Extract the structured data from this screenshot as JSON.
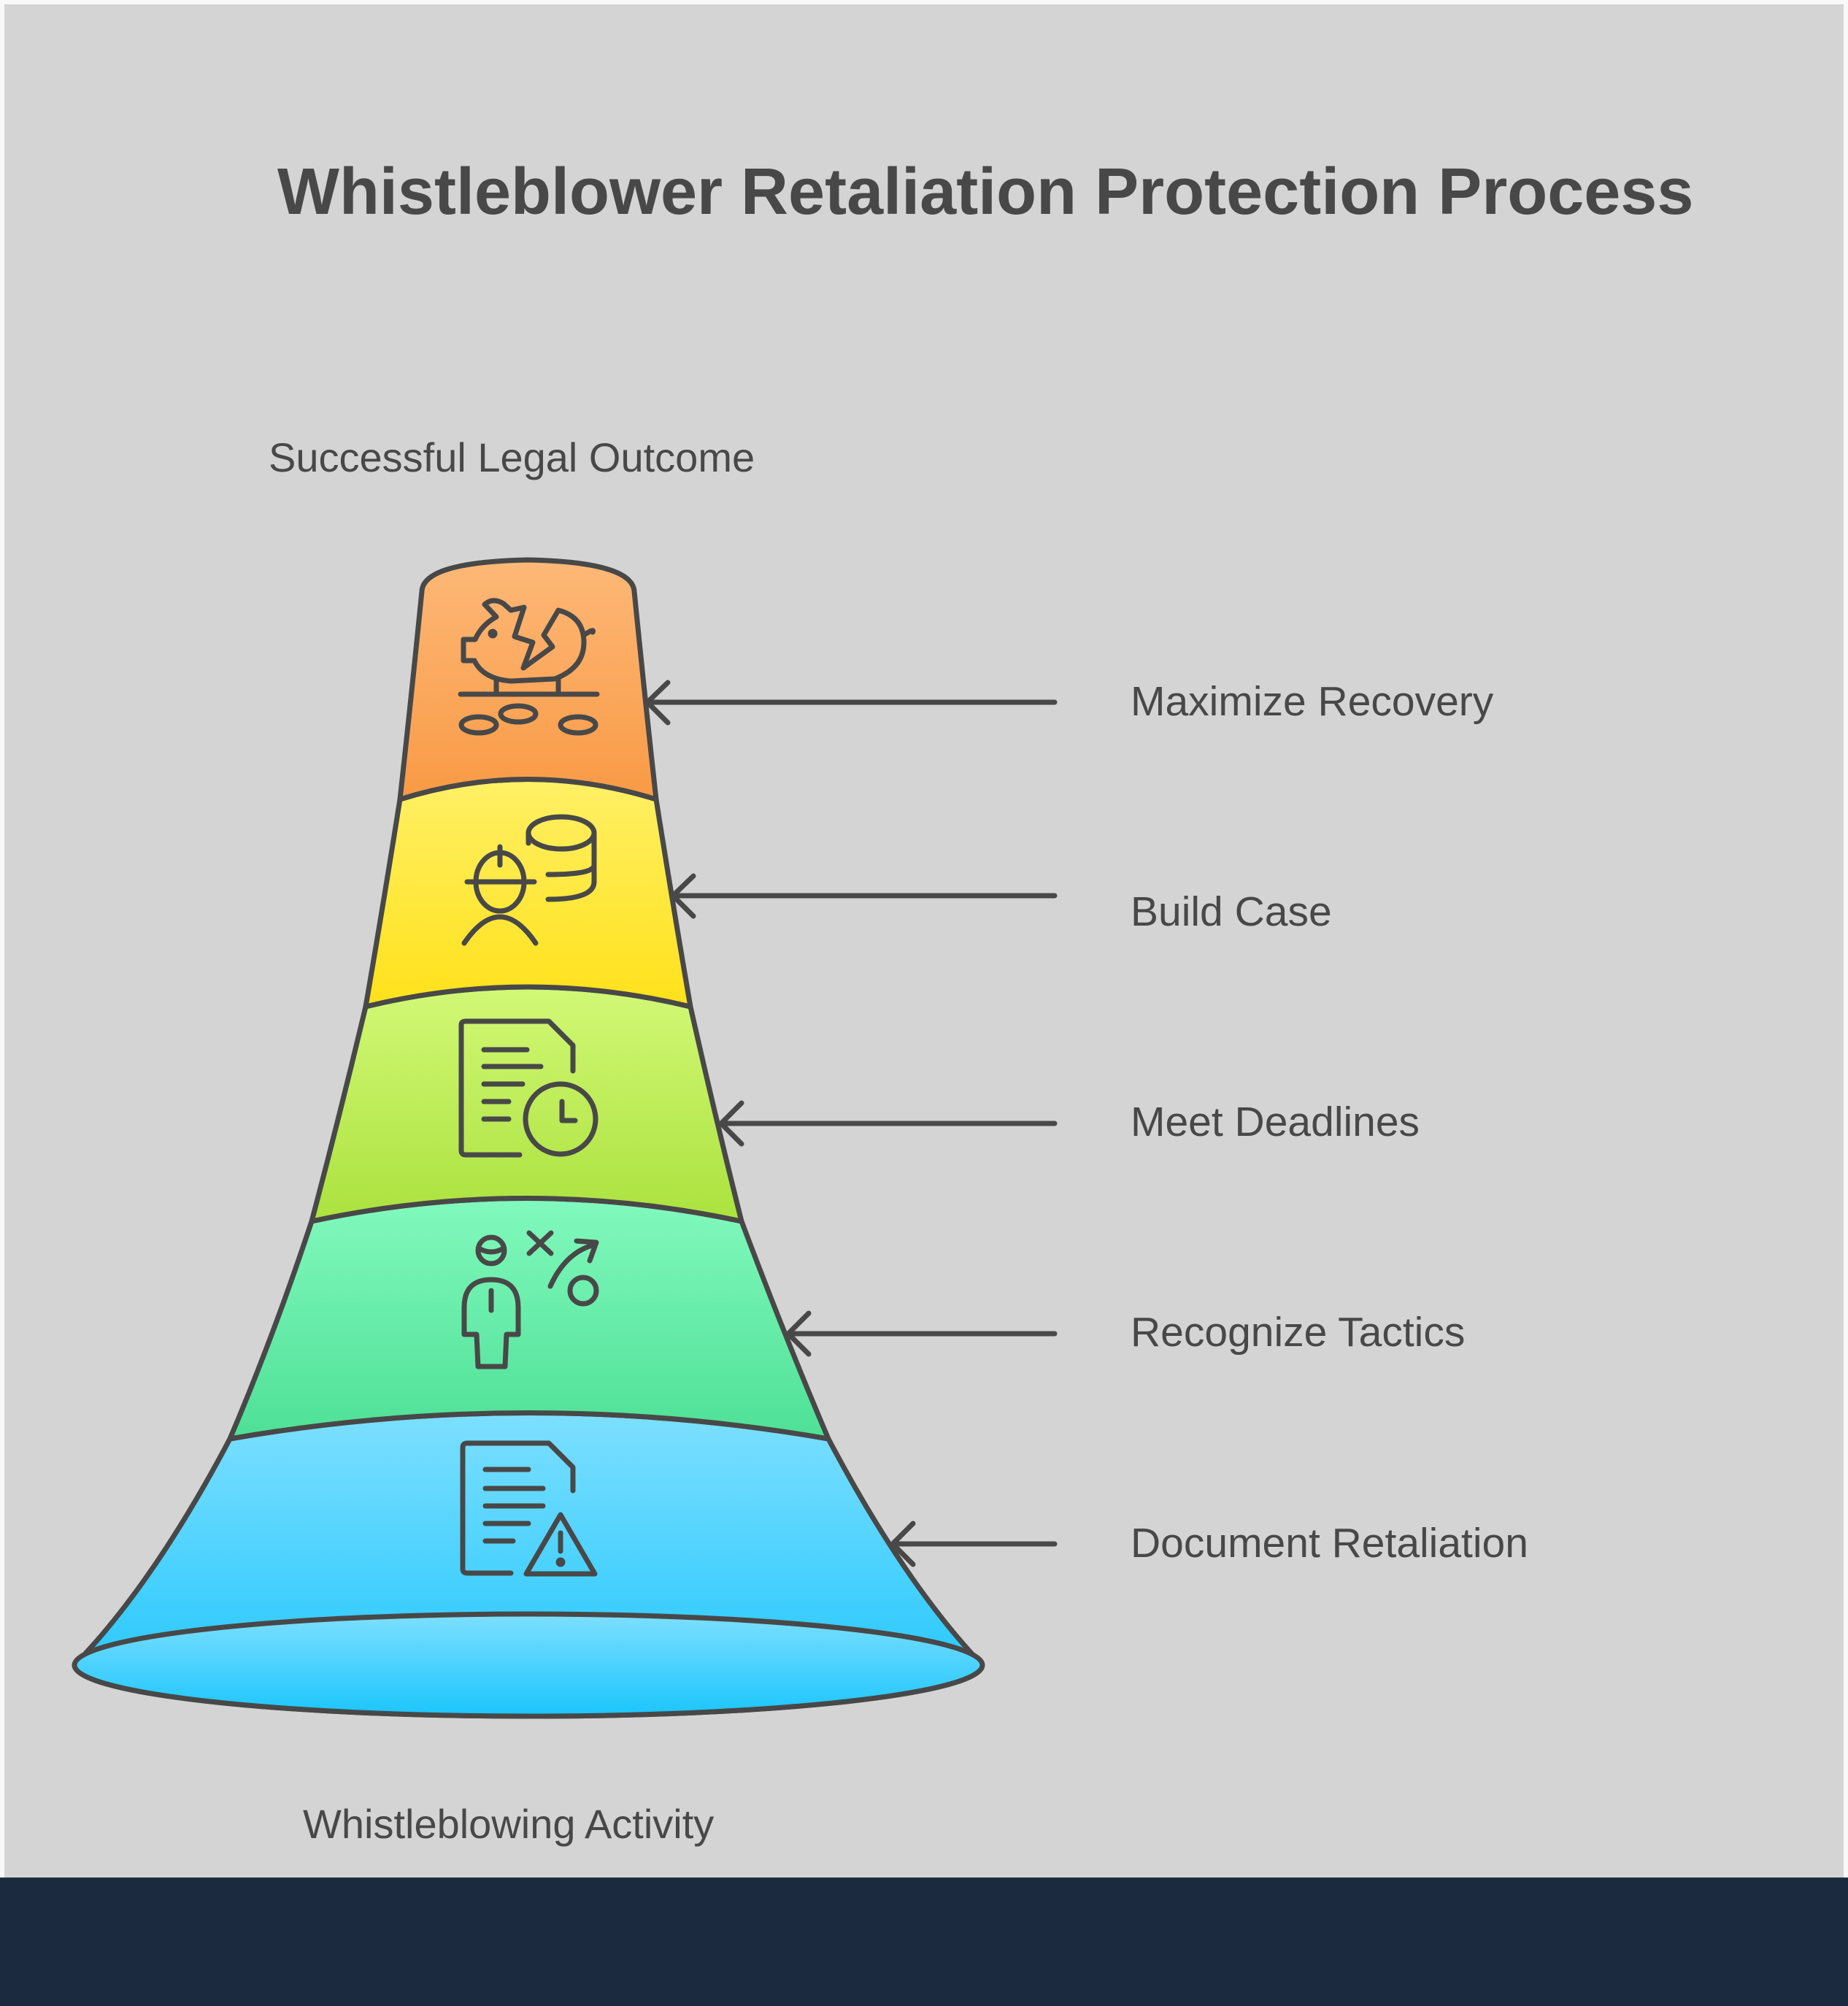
{
  "title": "Whistleblower Retaliation Protection Process",
  "top_label": "Successful Legal Outcome",
  "bottom_label": "Whistleblowing Activity",
  "stages": [
    {
      "label": "Maximize Recovery",
      "icon": "broken-piggy-bank-icon",
      "color_top": "#fdb877",
      "color_bottom": "#f99a45"
    },
    {
      "label": "Build Case",
      "icon": "worker-with-database-icon",
      "color_top": "#fff066",
      "color_bottom": "#ffe11a"
    },
    {
      "label": "Meet Deadlines",
      "icon": "document-clock-icon",
      "color_top": "#d2f876",
      "color_bottom": "#abe23e"
    },
    {
      "label": "Recognize Tactics",
      "icon": "strategy-person-icon",
      "color_top": "#82f9bd",
      "color_bottom": "#4ee096"
    },
    {
      "label": "Document Retaliation",
      "icon": "document-warning-icon",
      "color_top": "#7ddfff",
      "color_bottom": "#1bc5fc"
    }
  ],
  "colors": {
    "background": "#d4d4d4",
    "outline": "#484848",
    "text": "#484848",
    "footer": "#1b2a3f"
  }
}
